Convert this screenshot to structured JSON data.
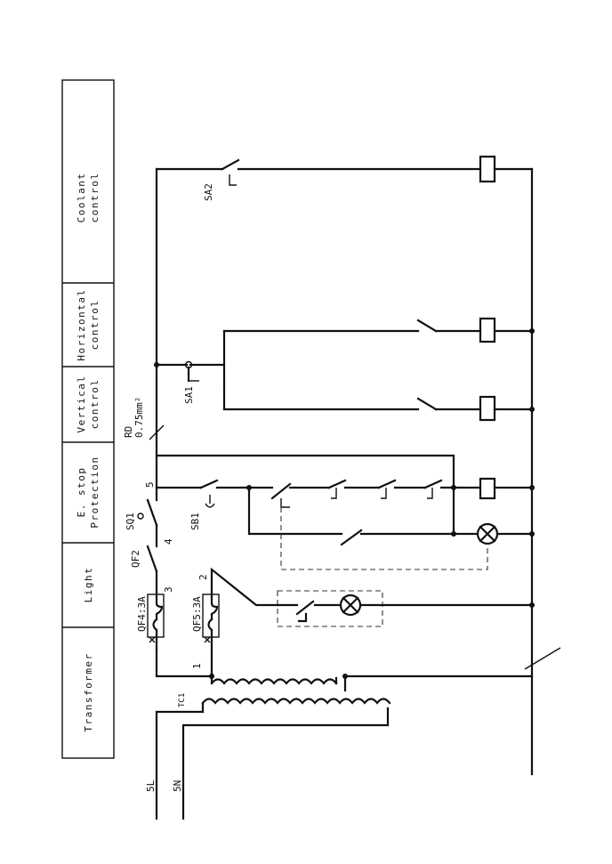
{
  "sections": [
    {
      "lines": [
        "Transformer"
      ]
    },
    {
      "lines": [
        "Light"
      ]
    },
    {
      "lines": [
        "E. stop",
        "Protection"
      ]
    },
    {
      "lines": [
        "Vertical",
        "control"
      ]
    },
    {
      "lines": [
        "Horizontal",
        "control"
      ]
    },
    {
      "lines": [
        "Coolant",
        "control"
      ]
    }
  ],
  "labels": {
    "l5L": "5L",
    "l5N": "5N",
    "tc1": "TC1",
    "qf4": "QF4:3A",
    "qf5": "QF5:3A",
    "qf2": "QF2",
    "sq1": "SQ1",
    "sb1": "SB1",
    "sa1": "SA1",
    "sa2": "SA2",
    "rd": "RD",
    "wire_size": "0.75mm²",
    "n1": "1",
    "n2": "2",
    "n3": "3",
    "n4": "4",
    "n5": "5"
  }
}
